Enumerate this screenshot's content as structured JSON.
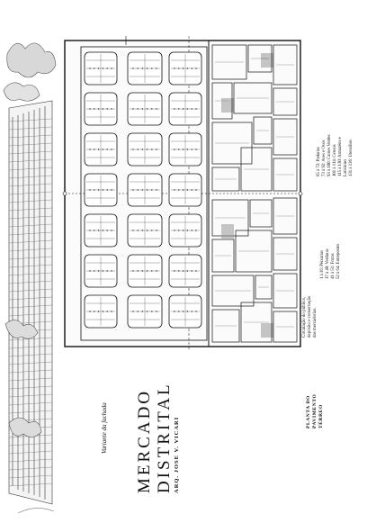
{
  "title_lines": [
    "MERCADO",
    "DISTRITAL"
  ],
  "architect": "ARQ. JOSE V. VICARI",
  "elevation_caption": "Variante da fachada",
  "plan_caption_lines": [
    "PLANTA DO",
    "PAVIMENTO",
    "TÉRREO"
  ],
  "notes_lines": [
    "Circulação do público,",
    "depósito e conservação",
    "das mercadorias."
  ],
  "legend_col1": [
    "1 à 16: Peixarias",
    "17 à 40: Verduras",
    "41 à 51: Frutas",
    "52 à 64: Entrepostos"
  ],
  "legend_col2": [
    "65 à 72: Padarias",
    "73 à 92: Aves e Ovos",
    "93 à 100: Carnes Verdes",
    "101 à 114: Cereais",
    "115 à 130: Armazéns e",
    "Laticínios",
    "131 à 136: Utensílios"
  ]
}
